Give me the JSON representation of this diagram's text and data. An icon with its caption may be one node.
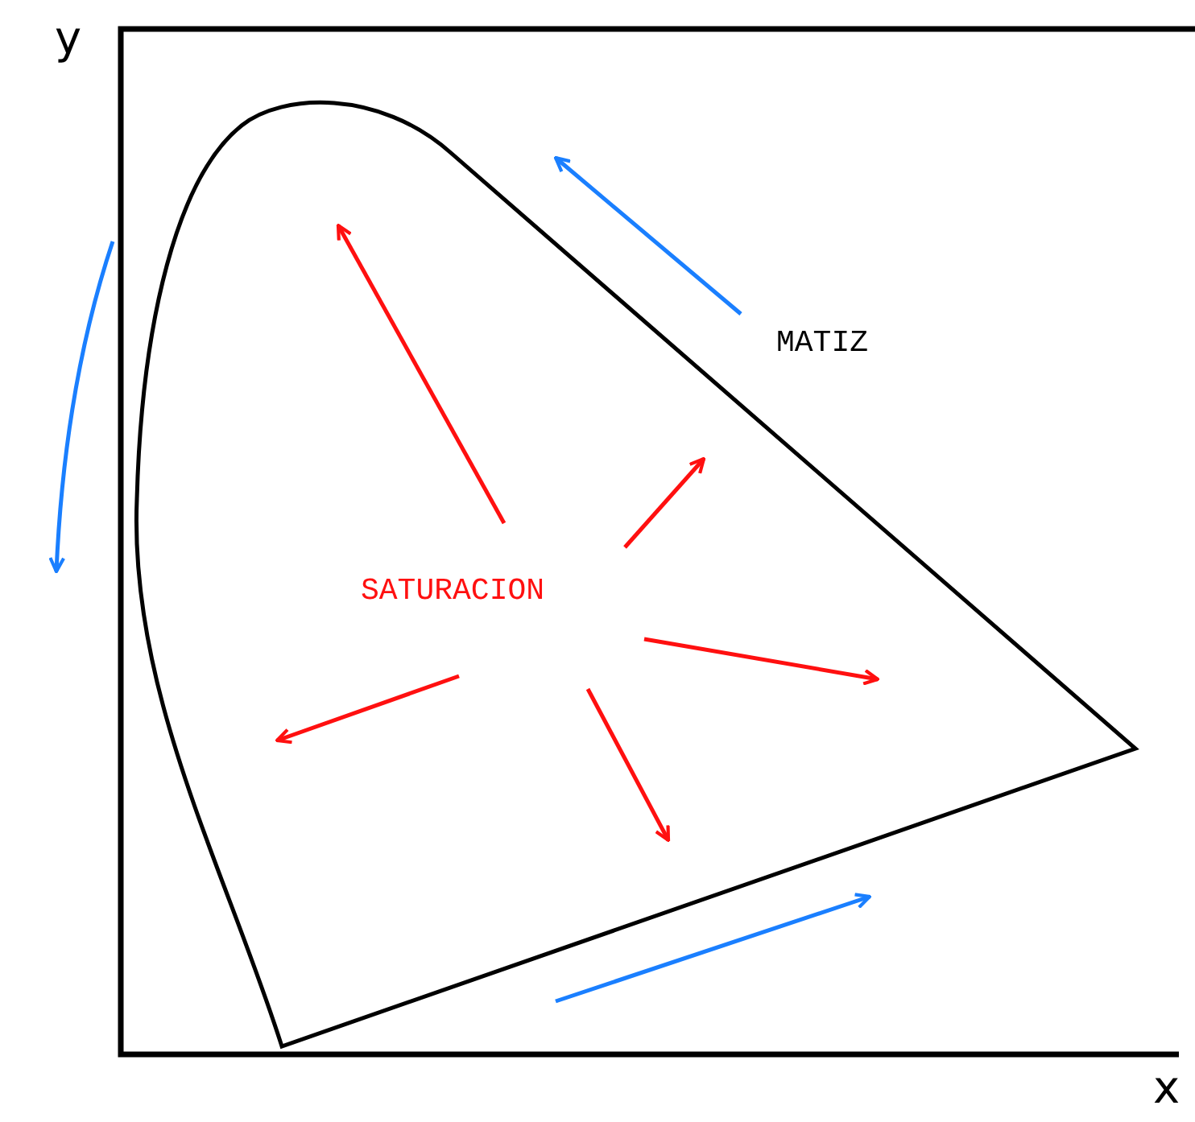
{
  "diagram": {
    "labels": [
      "y",
      "MATIZ",
      "SATURACION",
      "x"
    ]
  }
}
